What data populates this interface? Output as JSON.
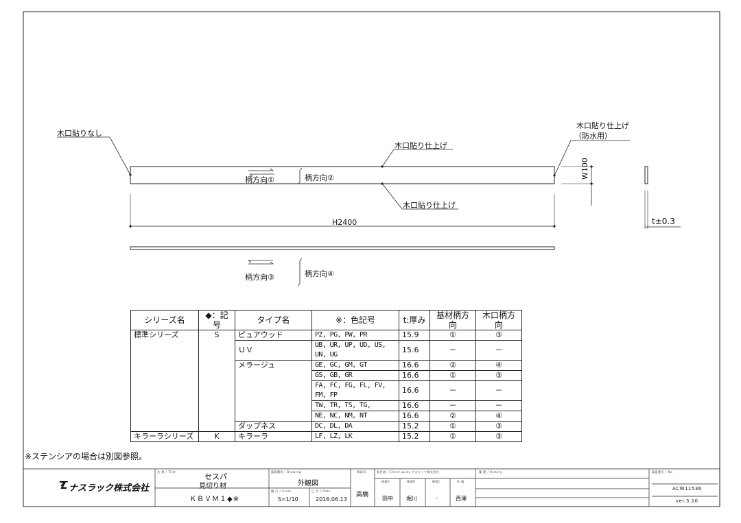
{
  "labels": {
    "left_end": "木口貼りなし",
    "top_edge": "木口貼り仕上げ",
    "right_end_line1": "木口貼り仕上げ",
    "right_end_line2": "（防水用）",
    "bottom_edge": "木口貼り仕上げ",
    "grain1": "柄方向①",
    "grain2": "柄方向②",
    "grain3": "柄方向③",
    "grain4": "柄方向④",
    "length": "H2400",
    "width": "W100",
    "thickness": "t±0.3"
  },
  "table": {
    "headers": [
      "シリーズ名",
      "◆：記号",
      "タイプ名",
      "※：色記号",
      "t:厚み",
      "基材柄方向",
      "木口柄方向"
    ],
    "rows": [
      [
        "標準シリーズ",
        "S",
        "ピュアウッド",
        "PZ, PG, PW, PR",
        "15.9",
        "①",
        "③"
      ],
      [
        "",
        "",
        "ＵＶ",
        "UB, UR, UP, UD, US, UN, UG",
        "15.6",
        "－",
        "－"
      ],
      [
        "",
        "",
        "メラージュ",
        "GE, GC, GM, GT",
        "16.6",
        "②",
        "④"
      ],
      [
        "",
        "",
        "",
        "GS, GB, GR",
        "16.6",
        "①",
        "③"
      ],
      [
        "",
        "",
        "",
        "FA, FC, FG, FL, FV, FM, FP",
        "16.6",
        "－",
        "－"
      ],
      [
        "",
        "",
        "",
        "TW, TR, TS, TG,",
        "16.6",
        "－",
        "－"
      ],
      [
        "",
        "",
        "",
        "NE, NC, NM, NT",
        "16.6",
        "②",
        "④"
      ],
      [
        "",
        "",
        "ダップネス",
        "DC, DL, DA",
        "15.2",
        "①",
        "③"
      ],
      [
        "キラーラシリーズ",
        "K",
        "キラーラ",
        "LF, LZ, LK",
        "15.2",
        "①",
        "③"
      ]
    ]
  },
  "note": "※ステンシアの場合は別図参照。",
  "title_block": {
    "company": "ナスラック株式会社",
    "title_caption": "名 称 / Title",
    "title1": "セスパ",
    "title2": "見切り材",
    "model": "ＫＢＶＭ１◆※",
    "drawing_caption": "図面種別 / Drawing",
    "drawing": "外観図",
    "scale_caption": "縮 尺 / Scale",
    "scale": "S=1/10",
    "date_caption": "日 付 / Date",
    "date": "2016.06.13",
    "approved_caption": "承認印",
    "approved": "高橋",
    "check_caption": "照合者 / Check up by ナスラック株式会社",
    "check_sub": [
      "検図A",
      "検図B",
      "検図C",
      "作 図"
    ],
    "check": [
      "田中",
      "堀川",
      "-",
      "西澤"
    ],
    "history_caption": "履 歴 / History",
    "no_caption": "図面番号 / No.",
    "no": "ACW11536",
    "ver": "ver.3.10"
  }
}
